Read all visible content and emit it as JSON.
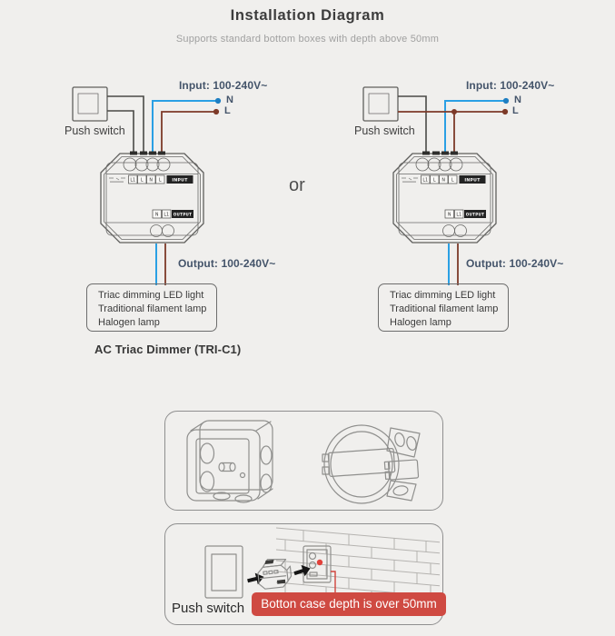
{
  "header": {
    "title": "Installation Diagram",
    "subtitle": "Supports standard bottom boxes with depth above 50mm"
  },
  "wiring": {
    "or_label": "or",
    "input_label": "Input: 100-240V~",
    "output_label": "Output: 100-240V~",
    "neutral_label": "N",
    "live_label": "L",
    "push_switch_label": "Push switch",
    "load_lines": [
      "Triac dimming LED light",
      "Traditional filament lamp",
      "Halogen lamp"
    ],
    "caption": "AC Triac Dimmer  (TRI-C1)"
  },
  "dimmer": {
    "input_terminals": [
      "L1",
      "L",
      "N",
      "L"
    ],
    "input_tag": "INPUT",
    "output_terminals": [
      "N",
      "L1"
    ],
    "output_tag": "OUTPUT"
  },
  "panels": {
    "install": {
      "push_switch_label": "Push switch",
      "banner": "Botton case depth is over 50mm"
    }
  },
  "colors": {
    "background": "#f0efed",
    "wire_neutral_blue": "#2aa0e4",
    "wire_live_brown": "#7d3a28",
    "wire_switch_dark": "#4a4a46",
    "label_navy": "#44546a",
    "banner_red": "#cf4a42",
    "marker_red": "#e2413a"
  }
}
